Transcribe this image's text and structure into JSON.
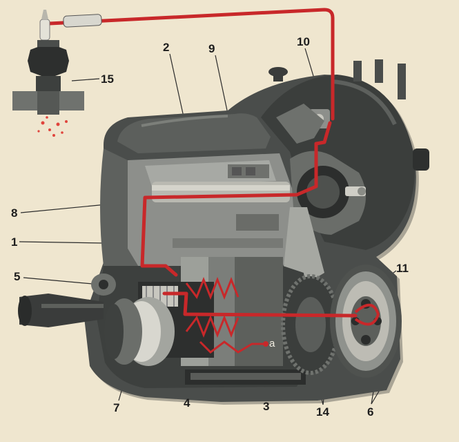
{
  "colors": {
    "paper": "#efe6cf",
    "casing_dark": "#3f4240",
    "casing_mid": "#6b6e6b",
    "casing_light": "#9a9c97",
    "metal_light": "#c9c8c0",
    "wire_red": "#c8282a",
    "spark_red": "#e0443c",
    "label_ink": "#1d1d1d"
  },
  "icons": {
    "spark_plug": "spark-plug-icon",
    "spark": "spark-icon"
  },
  "labels": {
    "l1": "1",
    "l2": "2",
    "l3": "3",
    "l4": "4",
    "l5": "5",
    "l6": "6",
    "l7": "7",
    "l8": "8",
    "l9": "9",
    "l10": "10",
    "l11": "11",
    "l14": "14",
    "l15": "15",
    "coil_terminal": "a"
  }
}
